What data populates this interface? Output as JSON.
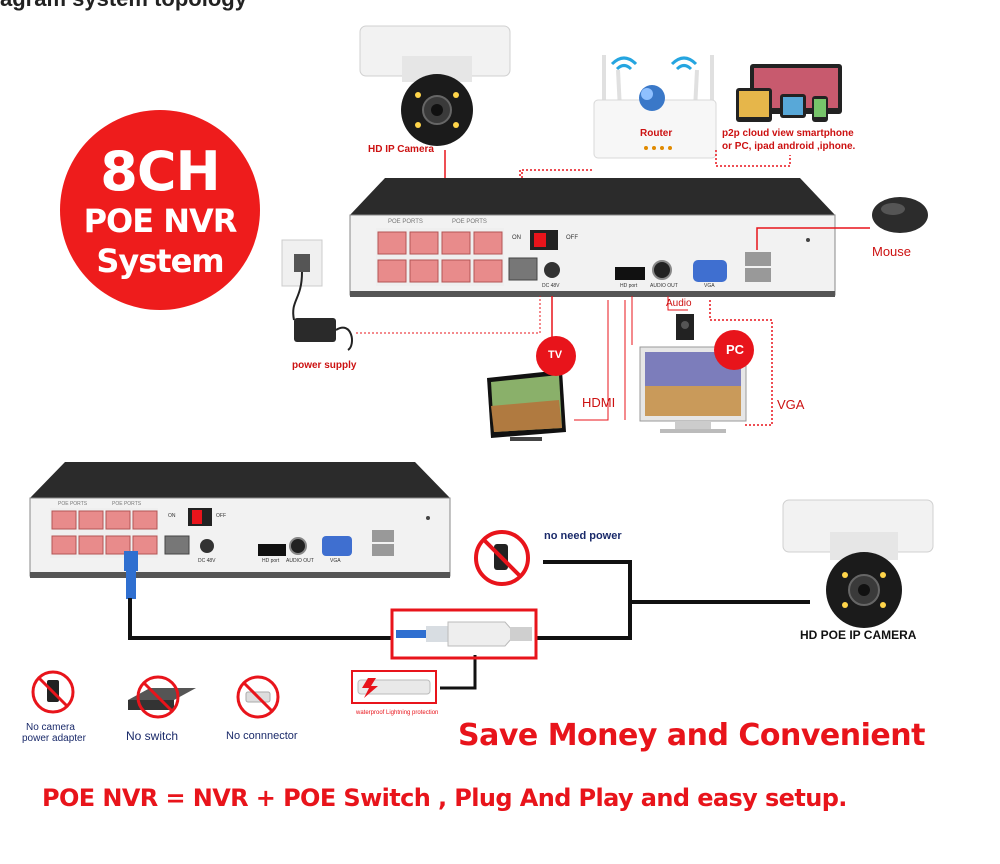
{
  "header_partial": "agram system topology",
  "badge": {
    "line1": "8CH",
    "line2": "POE NVR",
    "line3": "System",
    "color": "#ee1c1c"
  },
  "labels": {
    "hd_ip_camera": "HD IP Camera",
    "router": "Router",
    "p2p_line1": "p2p cloud  view smartphone",
    "p2p_line2": "or PC, ipad android ,iphone.",
    "mouse": "Mouse",
    "power_supply": "power supply",
    "audio": "Audio",
    "tv": "TV",
    "pc": "PC",
    "hdmi": "HDMI",
    "vga": "VGA",
    "no_need_power": "no need power",
    "hd_poe_ip_camera": "HD POE IP CAMERA",
    "waterproof": "waterproof Lightning protection",
    "no_adapter_line1": "No camera",
    "no_adapter_line2": "power adapter",
    "no_switch": "No switch",
    "no_connector": "No connnector"
  },
  "nvr_panel": {
    "poe_ports": "POE PORTS",
    "on": "ON",
    "off": "OFF",
    "dc": "DC 48V",
    "hd_port": "HD port",
    "audio_out": "AUDIO OUT",
    "vga": "VGA"
  },
  "taglines": {
    "save": "Save Money and Convenient",
    "formula": "POE NVR = NVR + POE Switch , Plug And Play and easy setup."
  },
  "colors": {
    "accent_red": "#e8141b",
    "label_navy": "#1a2a6a",
    "cable_black": "#111111",
    "ethernet_blue": "#2f6fd0"
  }
}
